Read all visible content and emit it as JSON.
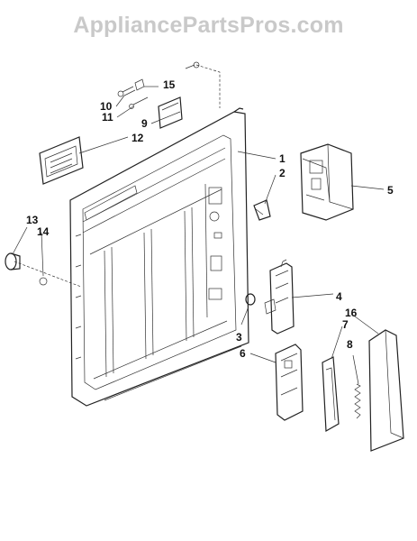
{
  "watermark": "AppliancePartsPros.com",
  "diagram_part_code": "",
  "callouts": [
    {
      "id": "1",
      "label": "1"
    },
    {
      "id": "2",
      "label": "2"
    },
    {
      "id": "3",
      "label": "3"
    },
    {
      "id": "4",
      "label": "4"
    },
    {
      "id": "5",
      "label": "5"
    },
    {
      "id": "6",
      "label": "6"
    },
    {
      "id": "7",
      "label": "7"
    },
    {
      "id": "8",
      "label": "8"
    },
    {
      "id": "9",
      "label": "9"
    },
    {
      "id": "10",
      "label": "10"
    },
    {
      "id": "11",
      "label": "11"
    },
    {
      "id": "12",
      "label": "12"
    },
    {
      "id": "13",
      "label": "13"
    },
    {
      "id": "14",
      "label": "14"
    },
    {
      "id": "15",
      "label": "15"
    },
    {
      "id": "16",
      "label": "16"
    }
  ]
}
